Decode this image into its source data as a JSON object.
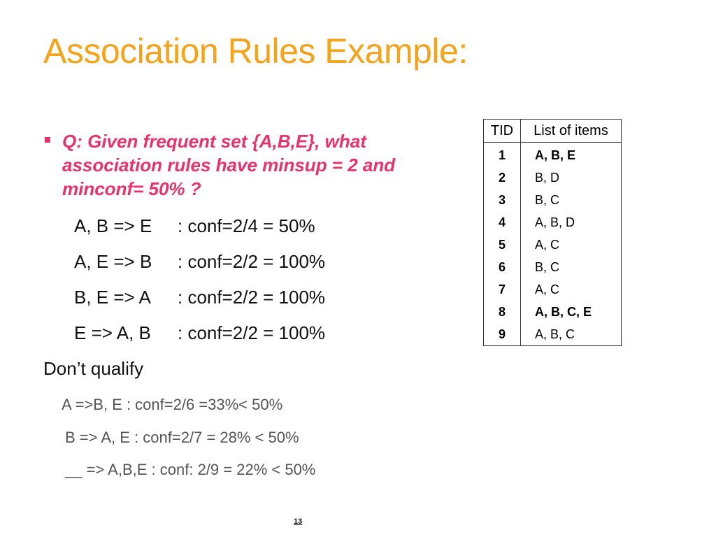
{
  "slide": {
    "title": "Association Rules Example:",
    "question": "Q: Given frequent set {A,B,E}, what association rules have minsup = 2 and minconf= 50% ?",
    "qualifying_rules": [
      {
        "lhs": "A, B => E",
        "conf": ": conf=2/4 = 50%"
      },
      {
        "lhs": "A, E => B",
        "conf": ": conf=2/2 = 100%"
      },
      {
        "lhs": "B, E => A",
        "conf": ": conf=2/2 = 100%"
      },
      {
        "lhs": "E => A, B",
        "conf": ": conf=2/2 = 100%"
      }
    ],
    "dont_qualify_heading": "Don’t qualify",
    "non_qualifying_rules": [
      "A =>B, E : conf=2/6 =33%< 50%",
      "B => A, E : conf=2/7 = 28% < 50%",
      "__ => A,B,E : conf: 2/9 = 22% < 50%"
    ],
    "page_number": "13",
    "colors": {
      "title": "#f5a31a",
      "question": "#e8336a",
      "grey_text": "#555555"
    }
  },
  "table": {
    "headers": [
      "TID",
      "List of items"
    ],
    "rows": [
      {
        "tid": "1",
        "items": "A, B, E",
        "bold": true
      },
      {
        "tid": "2",
        "items": "B, D",
        "bold": false
      },
      {
        "tid": "3",
        "items": "B, C",
        "bold": false
      },
      {
        "tid": "4",
        "items": "A, B, D",
        "bold": false
      },
      {
        "tid": "5",
        "items": "A, C",
        "bold": false
      },
      {
        "tid": "6",
        "items": "B, C",
        "bold": false
      },
      {
        "tid": "7",
        "items": "A, C",
        "bold": false
      },
      {
        "tid": "8",
        "items": "A, B, C, E",
        "bold": true
      },
      {
        "tid": "9",
        "items": "A, B, C",
        "bold": false
      }
    ]
  }
}
